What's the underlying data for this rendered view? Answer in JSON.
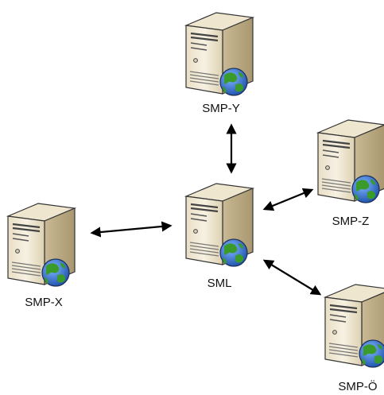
{
  "nodes": {
    "sml": {
      "label": "SML"
    },
    "smp_y": {
      "label": "SMP-Y"
    },
    "smp_z": {
      "label": "SMP-Z"
    },
    "smp_x": {
      "label": "SMP-X"
    },
    "smp_o": {
      "label": "SMP-Ö"
    }
  },
  "connections": [
    {
      "from": "sml",
      "to": "smp_y",
      "style": "bidirectional"
    },
    {
      "from": "sml",
      "to": "smp_z",
      "style": "bidirectional"
    },
    {
      "from": "sml",
      "to": "smp_x",
      "style": "bidirectional"
    },
    {
      "from": "sml",
      "to": "smp_o",
      "style": "bidirectional"
    }
  ],
  "icon": "server-with-globe-icon",
  "colors": {
    "case_light": "#f5eedc",
    "case_dark": "#b9a884",
    "outline": "#333333",
    "globe_sea": "#2f6fd0",
    "globe_land": "#3a9a2a",
    "arrow": "#000000"
  }
}
